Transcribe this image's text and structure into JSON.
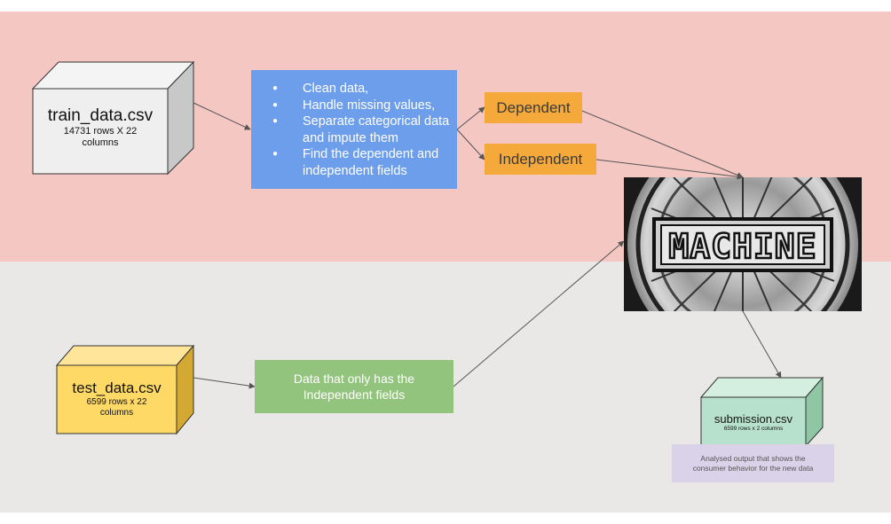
{
  "train": {
    "title": "train_data.csv",
    "subtitle": "14731 rows X 22 columns"
  },
  "test": {
    "title": "test_data.csv",
    "subtitle": "6599 rows x 22 columns"
  },
  "preprocess": {
    "steps": [
      "Clean data,",
      "Handle missing values,",
      "Separate categorical data and impute them",
      "Find the dependent and independent fields"
    ]
  },
  "dependent": {
    "label": "Dependent"
  },
  "independent": {
    "label": "Independent"
  },
  "test_fields": {
    "label": "Data that only has the Independent fields"
  },
  "machine": {
    "label": "MACHINE"
  },
  "submission": {
    "title": "submission.csv",
    "subtitle": "6599 rows x 2 columns",
    "note": "Analysed output that shows the consumer behavior for the new data"
  },
  "colors": {
    "top_band": "#f4c7c3",
    "bottom_band": "#e9e8e7",
    "process_blue": "#6d9eeb",
    "tag_orange": "#f6a93b",
    "green": "#93c47d",
    "test_yellow": "#ffd966",
    "submission_green": "#b7e1cd",
    "note_lavender": "#d9d2e9"
  }
}
